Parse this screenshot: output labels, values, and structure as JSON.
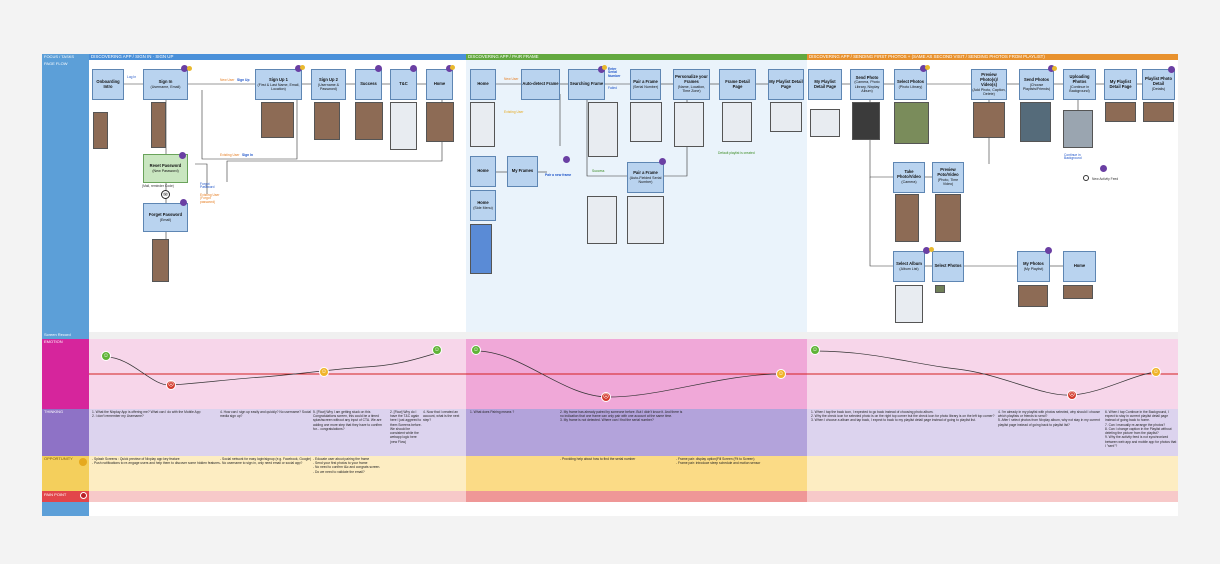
{
  "rows": {
    "tasks": "FOCUS / TASKS",
    "flow": "PAGE FLOW",
    "record": "Screen Record",
    "emotion": "EMOTION",
    "thinking": "THINKING",
    "opportunity": "OPPORTUNITY",
    "pain": "PAIN POINT"
  },
  "phases": [
    {
      "label": "DISCOVERING APP / SIGN IN · SIGN UP",
      "color": "#4a90d9"
    },
    {
      "label": "DISCOVERING APP / PAIR FRAME",
      "color": "#63a83e"
    },
    {
      "label": "DISCOVERING APP / SENDING FIRST PHOTOS + (SAME AS SECOND VISIT / SENDING PHOTOS FROM PLAYLIST)",
      "color": "#e8912d"
    }
  ],
  "boxes": {
    "onboarding": {
      "title": "Onboarding Intro",
      "sub": ""
    },
    "signin": {
      "title": "Sign In",
      "sub": "(Username, Email)"
    },
    "signup1": {
      "title": "Sign Up 1",
      "sub": "(First & Last Name, Email, Location)"
    },
    "signup2": {
      "title": "Sign Up 2",
      "sub": "(Username & Password)"
    },
    "success1": {
      "title": "Success",
      "sub": ""
    },
    "tc": {
      "title": "T&C",
      "sub": ""
    },
    "home1": {
      "title": "Home",
      "sub": ""
    },
    "reset": {
      "title": "Reset Password",
      "sub": "(New Password)"
    },
    "forget": {
      "title": "Forget Password",
      "sub": "(Email)"
    },
    "home2": {
      "title": "Home",
      "sub": ""
    },
    "autodetect": {
      "title": "Auto-detect Frame",
      "sub": ""
    },
    "searching": {
      "title": "Searching Frame",
      "sub": ""
    },
    "pair1": {
      "title": "Pair a Frame",
      "sub": "(Serial Number)"
    },
    "personalize": {
      "title": "Personalize your Frames",
      "sub": "(Name, Location, Time Zone)"
    },
    "framedetail": {
      "title": "Frame Detail Page",
      "sub": ""
    },
    "myplaylist1": {
      "title": "My Playlist Detail Page",
      "sub": ""
    },
    "home3": {
      "title": "Home",
      "sub": ""
    },
    "myframes": {
      "title": "My Frames",
      "sub": ""
    },
    "home4": {
      "title": "Home",
      "sub": "(Side Menu)"
    },
    "pair2": {
      "title": "Pair a Frame",
      "sub": "(Auto-Fielded Serial Number)"
    },
    "myplaylist2": {
      "title": "My Playlist Detail Page",
      "sub": ""
    },
    "sendphoto": {
      "title": "Send Photo",
      "sub": "(Camera, Photo Library, Nixplay Album)"
    },
    "selectphotos1": {
      "title": "Select Photos",
      "sub": "(Photo Library)"
    },
    "preview1": {
      "title": "Preview Photo(s)/ Video(s)",
      "sub": "(Add Photo, Caption, Delete)"
    },
    "sendphotos": {
      "title": "Send Photos",
      "sub": "(Choose Playlists/Friends)"
    },
    "uploading": {
      "title": "Uploading Photos",
      "sub": "(Continue in Background)"
    },
    "myplaylist3": {
      "title": "My Playlist Detail Page",
      "sub": ""
    },
    "playlistphoto": {
      "title": "Playlist Photo Detail",
      "sub": "(Details)"
    },
    "takephoto": {
      "title": "Take Photo/Video",
      "sub": "(Camera)"
    },
    "preview2": {
      "title": "Preview Poto/Video",
      "sub": "(Photo, Time Video)"
    },
    "selectalbum": {
      "title": "Select Album",
      "sub": "(Album List)"
    },
    "selectphotos2": {
      "title": "Select Photos",
      "sub": ""
    },
    "myphotos": {
      "title": "My Photos",
      "sub": "(My Playlist)"
    },
    "home5": {
      "title": "Home",
      "sub": ""
    }
  },
  "annotations": {
    "login": "Log In",
    "newuser_signup_a": "New User",
    "newuser_signup_b": "Sign Up",
    "existing_signin_a": "Existing User",
    "existing_signin_b": "Sign In",
    "mail_reset": "(Mail, reminder Code)",
    "forgot": "Forgot Password",
    "existing_user_pw": "Existing User (Forgot password)",
    "newuser2": "New User",
    "existinguser2": "Existing User",
    "enter_serial": "Enter Serial Number",
    "failed": "Failed",
    "success": "Success",
    "pair_new": "Pair a new frame",
    "default_playlist": "Default playlist is created",
    "continue_bg": "Continue in Background",
    "new_activity": "New Activity Feed"
  },
  "emotion_colors": {
    "happy": "#5fb336",
    "sad": "#d33a2c",
    "neutral": "#f0b429",
    "line": "#d32020"
  },
  "thinking": [
    "1. What the Nixplay App is offering me? What can I do with the Mobile App\n2. I don't remember my Username?",
    "4. How can I sign up easily and quickly? No username? Social media sign up?",
    "5. [Flow] Why I am getting stuck on this Congratulations screen, this could be a timed splashscreen without any input of CTA. We are adding one more step that they have to confirm for... congratulations?",
    "2. [Flow] Why do I have the T&C again here I just aggreed to them Screens before. We should be consistent while the webapp logic here (new Flow)",
    "4. Now that I created an account, what is the next step?",
    "1. What does Pairing means ?",
    "2. My frame has already paired by someone before. But I didn't know it. And there is no indication that one frame can only pair with one account at the same time.\n3. My frame is not detected. Where can I find the serial number?",
    "1. When I tap the back icon, I expected to go back instead of choosing photo album.\n2. Why the check icon for selected photo is on the right top corner but the check icon for photo library is on the left top corner?\n3. When I choose a album and tap back, I expect to back to my playlist detail page instead of going to playlist list.",
    "4. I'm already in my playlist with photos selected, why should I choose which playlists or friends to send?\n5. After I select photos from Nixplay album, why not stay in my current playlist page instead of going back to playlist list?",
    "6. When I tap Continue in the Background, I expect to stay in current playlist detail page instead of going back to home.\n7. Can I manually re-arrange the photos?\n8. Can I change caption in the Playlist without deleting the picture from the playlist?\n9. Why the activity feed is not synchronized between web app and mobile app for photos that I \"sent\"?"
  ],
  "opportunity": [
    "- Splash Screens : Quick preview of Nixplay app key feature\n- Push notifications to re-engage users and help them to discover some hidden features",
    "- Social network for easy login/signup (e.g. Facebook, Google)\n- No username to sign in, only need email or social app?",
    "- Educate user about pairing the frame\n- Send your first photos to your frame\n- No need to confirm t&c and congrats screen.\n- Do we need to validate the email?",
    "- Providing help about how to find the serial number",
    "- Frame pair: display option(Fill Screen (Fit to Screen)\n- Frame pair: introduce sleep schedule and motion sensor"
  ]
}
